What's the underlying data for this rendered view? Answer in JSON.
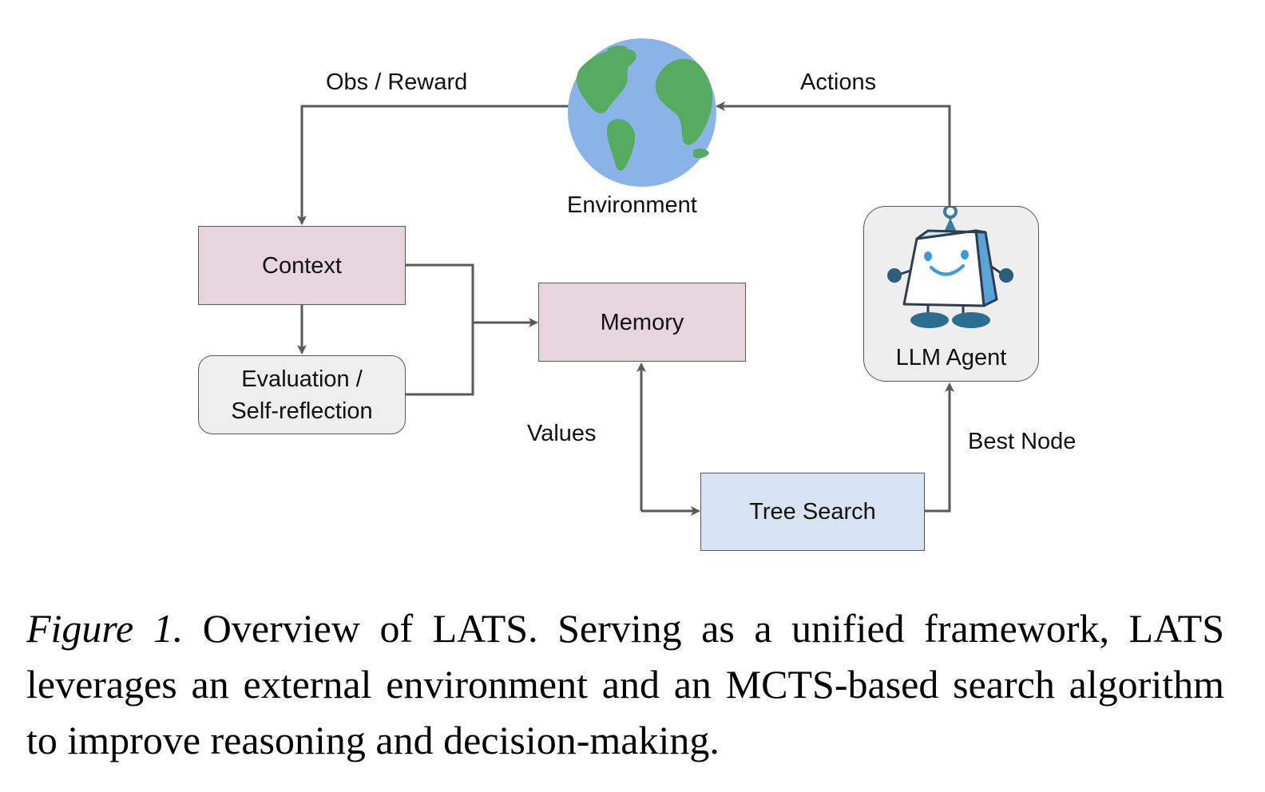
{
  "diagram": {
    "environment": {
      "label": "Environment",
      "icon": "globe-icon"
    },
    "nodes": {
      "context": "Context",
      "evaluation": "Evaluation /\nSelf-reflection",
      "memory": "Memory",
      "tree_search": "Tree Search",
      "llm_agent": "LLM Agent"
    },
    "edges": {
      "obs_reward": "Obs / Reward",
      "actions": "Actions",
      "values": "Values",
      "best_node": "Best Node"
    },
    "colors": {
      "context_fill": "#e6d5dd",
      "memory_fill": "#e6d5dd",
      "tree_search_fill": "#d6e3f2",
      "evaluation_fill": "#efefef",
      "agent_fill": "#eeeeee",
      "arrow": "#595959",
      "ocean": "#8ab4e8",
      "land": "#57ab61",
      "robot_accent": "#3a7ca5"
    }
  },
  "caption": {
    "label": "Figure 1.",
    "text": "Overview of LATS. Serving as a unified framework, LATS leverages an external environment and an MCTS-based search algorithm to improve reasoning and decision-making."
  }
}
